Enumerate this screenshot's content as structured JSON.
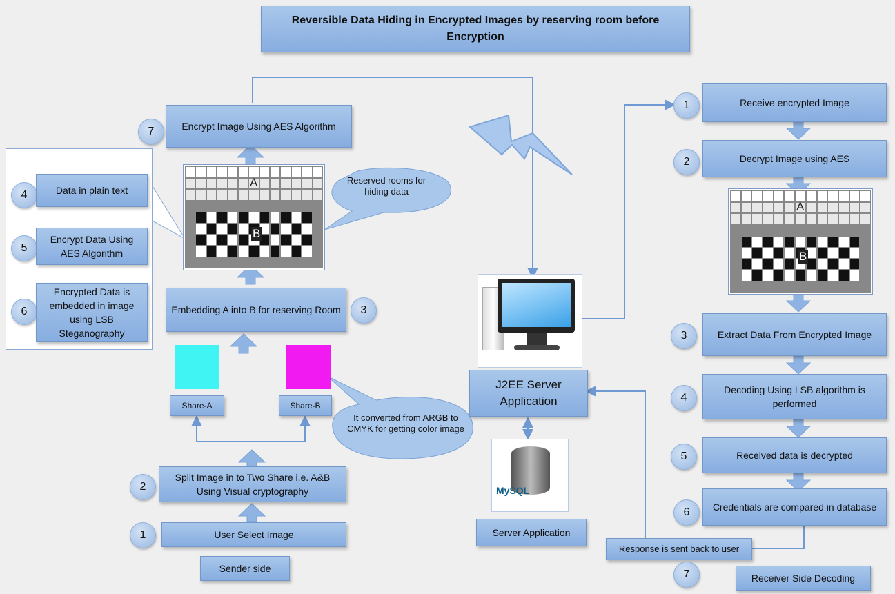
{
  "title": "Reversible Data Hiding in Encrypted Images by reserving room before Encryption",
  "sender": {
    "steps": [
      {
        "num": "1",
        "label": "User Select Image"
      },
      {
        "num": "2",
        "label": "Split Image in to Two Share i.e. A&B Using Visual cryptography"
      },
      {
        "num": "3",
        "label": "Embedding A into B for reserving Room"
      },
      {
        "num": "7",
        "label": "Encrypt Image Using AES Algorithm"
      }
    ],
    "shares": {
      "a": "Share-A",
      "b": "Share-B"
    },
    "callout_conversion": "It converted from ARGB to CMYK for getting color image",
    "callout_reserved": "Reserved rooms for hiding data",
    "panel_steps": [
      {
        "num": "4",
        "label": "Data in plain text"
      },
      {
        "num": "5",
        "label": "Encrypt Data Using AES Algorithm"
      },
      {
        "num": "6",
        "label": "Encrypted Data is embedded in image using LSB Steganography"
      }
    ],
    "side_label": "Sender side"
  },
  "image_letters": {
    "a": "A",
    "b": "B"
  },
  "server": {
    "label": "J2EE Server Application",
    "db_label": "MySQL",
    "app_label": "Server Application"
  },
  "receiver": {
    "steps": [
      {
        "num": "1",
        "label": "Receive encrypted Image"
      },
      {
        "num": "2",
        "label": "Decrypt Image using AES"
      },
      {
        "num": "3",
        "label": "Extract  Data From Encrypted Image"
      },
      {
        "num": "4",
        "label": "Decoding Using LSB algorithm is performed"
      },
      {
        "num": "5",
        "label": "Received data is decrypted"
      },
      {
        "num": "6",
        "label": "Credentials are compared in database"
      },
      {
        "num": "7",
        "label": ""
      }
    ],
    "response": "Response is sent back to user",
    "side_label": "Receiver Side Decoding"
  },
  "colors": {
    "box": "#98bae4",
    "share_a": "#3ff4f2",
    "share_b": "#f11af0",
    "arrow": "#7aa3d6"
  }
}
